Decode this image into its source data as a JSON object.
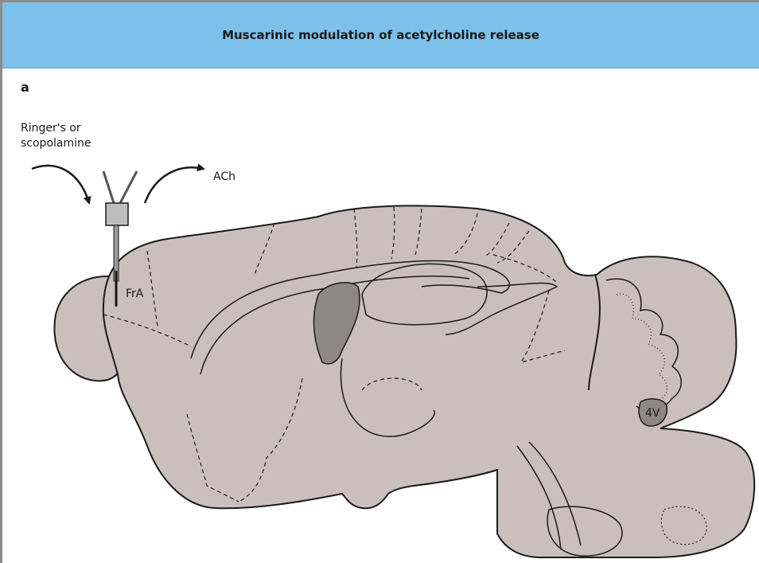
{
  "title": "Muscarinic modulation of acetylcholine release",
  "panel_label": "a",
  "labels": {
    "infusion_line1": "Ringer's or",
    "infusion_line2": "scopolamine",
    "output": "ACh",
    "region": "FrA",
    "ventricle": "4V"
  },
  "colors": {
    "title_bar": "#7dc1ea",
    "brain_fill": "#cbbfbd",
    "dark_region": "#8f8784",
    "outline": "#1a1a1a"
  }
}
